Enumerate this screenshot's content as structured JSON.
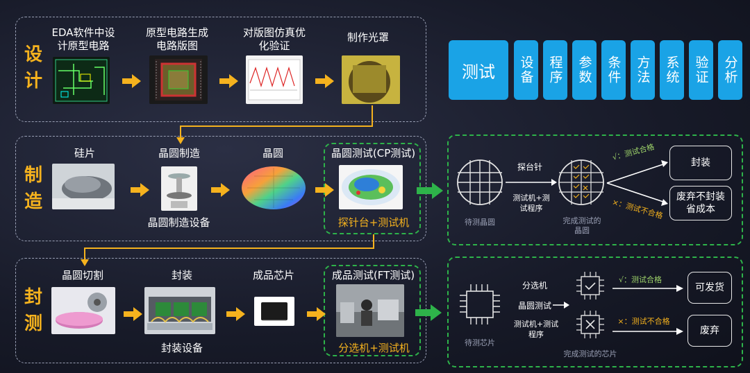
{
  "sections": {
    "design": "设计",
    "manufacture": "制造",
    "package_test": "封测"
  },
  "design": {
    "step1": "EDA软件中设计原型电路",
    "step2": "原型电路生成电路版图",
    "step3": "对版图仿真优化验证",
    "step4": "制作光罩"
  },
  "manufacture": {
    "step1": "硅片",
    "step2": "晶圆制造",
    "step2_sub": "晶圆制造设备",
    "step3": "晶圆",
    "step4": "晶圆测试(CP测试)",
    "step4_sub": "探针台+测试机"
  },
  "package": {
    "step1": "晶圆切割",
    "step2": "封装",
    "step2_sub": "封装设备",
    "step3": "成品芯片",
    "step4": "成品测试(FT测试)",
    "step4_sub": "分选机+测试机"
  },
  "test_box": {
    "main": "测试",
    "items": [
      "设备",
      "程序",
      "参数",
      "条件",
      "方法",
      "系统",
      "验证",
      "分析"
    ]
  },
  "cp_flow": {
    "wafer_label": "待测晶圆",
    "probe": "探台针",
    "tester": "测试机+测试程序",
    "done_label": "完成测试的晶圆",
    "pass": "√：测试合格",
    "fail": "×：测试不合格",
    "pass_box": "封装",
    "fail_box": "废弃不封装省成本"
  },
  "ft_flow": {
    "chip_label": "待测芯片",
    "handler": "分选机",
    "wafer_test": "晶圆测试",
    "tester": "测试机+测试程序",
    "done_label": "完成测试的芯片",
    "pass": "√：测试合格",
    "fail": "×：测试不合格",
    "pass_box": "可发货",
    "fail_box": "废弃"
  },
  "colors": {
    "accent": "#f5b21e",
    "blue": "#1aa3e6",
    "green": "#2eb34a"
  }
}
